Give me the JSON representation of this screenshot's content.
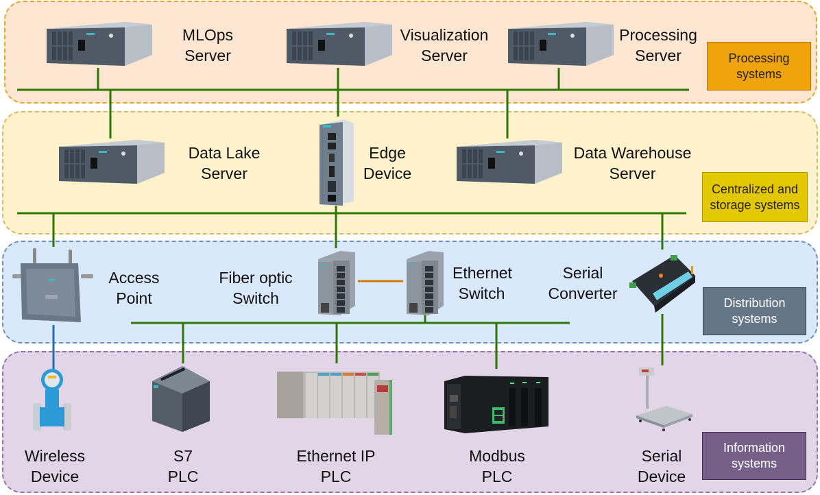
{
  "diagram_title": "Industrial data architecture network",
  "tiers": [
    {
      "id": "processing",
      "label": "Processing systems",
      "color": "#f0a30a"
    },
    {
      "id": "centralized",
      "label": "Centralized and storage systems",
      "color": "#e3c800"
    },
    {
      "id": "distribution",
      "label": "Distribution systems",
      "color": "#647687"
    },
    {
      "id": "information",
      "label": "Information systems",
      "color": "#76608a"
    }
  ],
  "devices": {
    "mlops_server": {
      "label": "MLOps\nServer",
      "tier": "processing",
      "icon": "rack-server-icon"
    },
    "visualization_server": {
      "label": "Visualization\nServer",
      "tier": "processing",
      "icon": "rack-server-icon"
    },
    "processing_server": {
      "label": "Processing\nServer",
      "tier": "processing",
      "icon": "rack-server-icon"
    },
    "data_lake_server": {
      "label": "Data Lake\nServer",
      "tier": "centralized",
      "icon": "rack-server-icon"
    },
    "edge_device": {
      "label": "Edge\nDevice",
      "tier": "centralized",
      "icon": "edge-device-icon"
    },
    "data_warehouse_server": {
      "label": "Data Warehouse\nServer",
      "tier": "centralized",
      "icon": "rack-server-icon"
    },
    "access_point": {
      "label": "Access\nPoint",
      "tier": "distribution",
      "icon": "access-point-icon"
    },
    "fiber_optic_switch": {
      "label": "Fiber optic\nSwitch",
      "tier": "distribution",
      "icon": "network-switch-icon"
    },
    "ethernet_switch": {
      "label": "Ethernet\nSwitch",
      "tier": "distribution",
      "icon": "network-switch-icon"
    },
    "serial_converter": {
      "label": "Serial\nConverter",
      "tier": "distribution",
      "icon": "serial-converter-icon"
    },
    "wireless_device": {
      "label": "Wireless\nDevice",
      "tier": "information",
      "icon": "flowmeter-icon"
    },
    "s7_plc": {
      "label": "S7\nPLC",
      "tier": "information",
      "icon": "plc-icon"
    },
    "ethernet_ip_plc": {
      "label": "Ethernet IP\nPLC",
      "tier": "information",
      "icon": "plc-rack-icon"
    },
    "modbus_plc": {
      "label": "Modbus\nPLC",
      "tier": "information",
      "icon": "modbus-plc-icon"
    },
    "serial_device": {
      "label": "Serial\nDevice",
      "tier": "information",
      "icon": "weighing-scale-icon"
    }
  },
  "link_colors": {
    "ethernet": "#2d7600",
    "fiber": "#d07c00",
    "wireless": "#1f6fb3"
  },
  "links": [
    {
      "from": "mlops_server",
      "to": "processing_bus",
      "type": "ethernet"
    },
    {
      "from": "visualization_server",
      "to": "processing_bus",
      "type": "ethernet"
    },
    {
      "from": "processing_server",
      "to": "processing_bus",
      "type": "ethernet"
    },
    {
      "from": "processing_bus",
      "to": "data_lake_server",
      "type": "ethernet"
    },
    {
      "from": "processing_bus",
      "to": "edge_device",
      "type": "ethernet"
    },
    {
      "from": "processing_bus",
      "to": "data_warehouse_server",
      "type": "ethernet"
    },
    {
      "from": "centralized_bus",
      "to": "access_point",
      "type": "ethernet"
    },
    {
      "from": "centralized_bus",
      "to": "fiber_optic_switch",
      "type": "ethernet"
    },
    {
      "from": "centralized_bus",
      "to": "serial_converter",
      "type": "ethernet"
    },
    {
      "from": "fiber_optic_switch",
      "to": "ethernet_switch",
      "type": "fiber"
    },
    {
      "from": "access_point",
      "to": "wireless_device",
      "type": "wireless"
    },
    {
      "from": "distribution_bus",
      "to": "s7_plc",
      "type": "ethernet"
    },
    {
      "from": "distribution_bus",
      "to": "ethernet_ip_plc",
      "type": "ethernet"
    },
    {
      "from": "distribution_bus",
      "to": "modbus_plc",
      "type": "ethernet"
    },
    {
      "from": "serial_converter",
      "to": "serial_device",
      "type": "ethernet"
    }
  ]
}
